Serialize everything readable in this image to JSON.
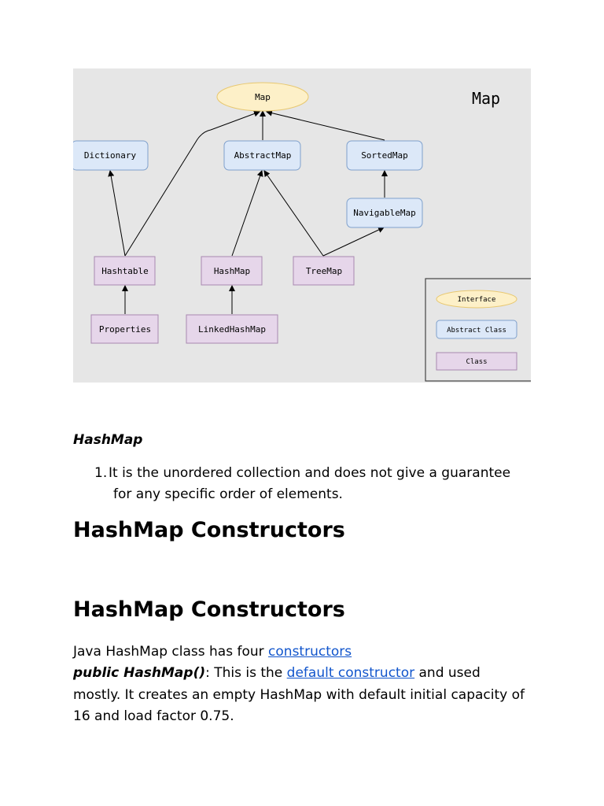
{
  "diagram": {
    "title": "Map",
    "nodes": {
      "map": "Map",
      "dictionary": "Dictionary",
      "abstractmap": "AbstractMap",
      "sortedmap": "SortedMap",
      "navigablemap": "NavigableMap",
      "hashtable": "Hashtable",
      "hashmap": "HashMap",
      "treemap": "TreeMap",
      "properties": "Properties",
      "linkedhashmap": "LinkedHashMap"
    },
    "legend": {
      "interface": "Interface",
      "abstract_class": "Abstract Class",
      "class": "Class"
    },
    "colors": {
      "background": "#e6e6e6",
      "interface_fill": "#fdf0c8",
      "abstract_fill": "#dce8f8",
      "class_fill": "#e6d6ea"
    }
  },
  "section": {
    "subheading": "HashMap",
    "list_number": "1.",
    "list_line1": "It is the unordered collection and does not give a guarantee",
    "list_line2": "for any specific order of elements.",
    "heading1": "HashMap Constructors",
    "heading2": "HashMap Constructors",
    "p1_text": "Java HashMap class has four ",
    "p1_link": "constructors",
    "p2_bold": "public HashMap()",
    "p2_text_a": ": This is the ",
    "p2_link": "default constructor",
    "p2_text_b": " and used mostly. It creates an empty HashMap with default initial capacity of 16 and load factor 0.75."
  }
}
